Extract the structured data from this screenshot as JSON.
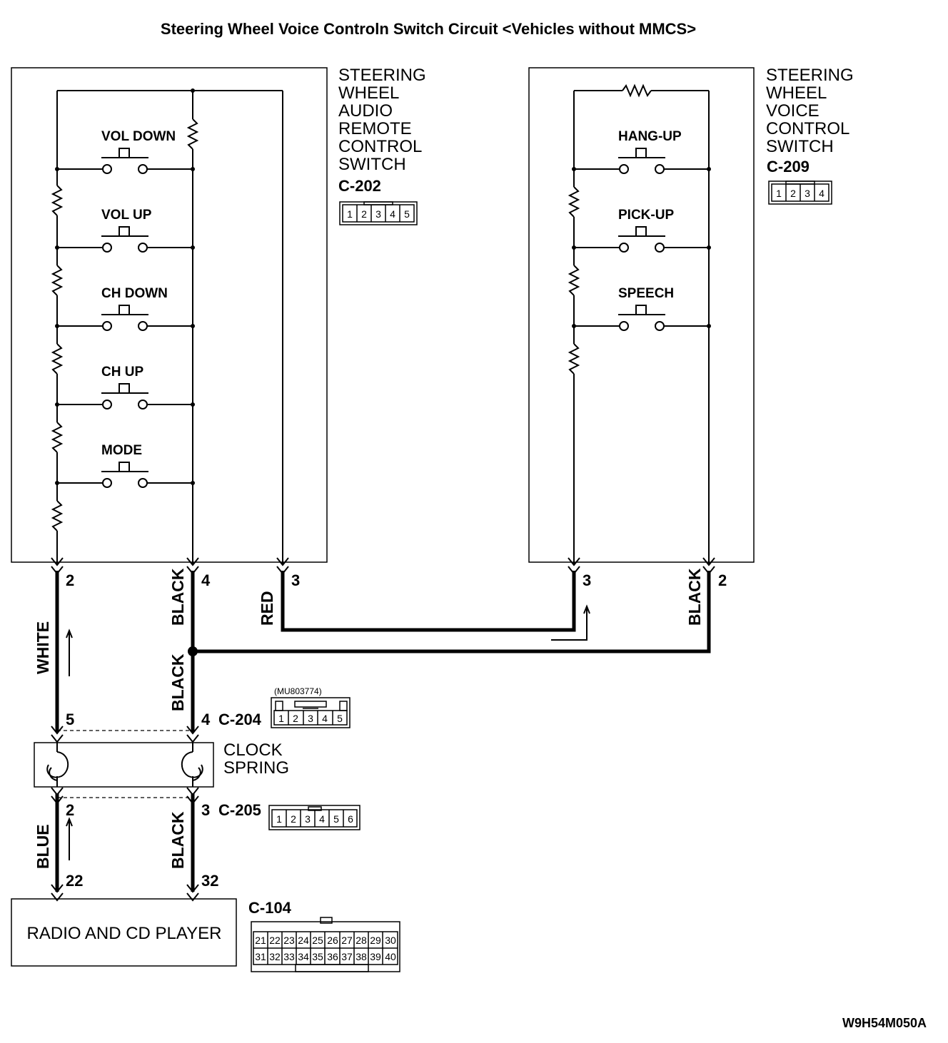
{
  "title": "Steering Wheel Voice Controln Switch Circuit <Vehicles without MMCS>",
  "components": {
    "audio_switch": {
      "name_lines": [
        "STEERING",
        "WHEEL",
        "AUDIO",
        "REMOTE",
        "CONTROL",
        "SWITCH"
      ],
      "connector": "C-202",
      "connector_pins": [
        "1",
        "2",
        "3",
        "4",
        "5"
      ],
      "buttons": [
        "VOL DOWN",
        "VOL UP",
        "CH DOWN",
        "CH UP",
        "MODE"
      ],
      "pins": [
        "2",
        "4",
        "3"
      ]
    },
    "voice_switch": {
      "name_lines": [
        "STEERING",
        "WHEEL",
        "VOICE",
        "CONTROL",
        "SWITCH"
      ],
      "connector": "C-209",
      "connector_pins": [
        "1",
        "2",
        "3",
        "4"
      ],
      "buttons": [
        "HANG-UP",
        "PICK-UP",
        "SPEECH"
      ],
      "pins": [
        "3",
        "2"
      ]
    },
    "clock_spring": {
      "name_lines": [
        "CLOCK",
        "SPRING"
      ],
      "upper_connector": "C-204",
      "upper_part_number": "(MU803774)",
      "upper_pins": [
        "1",
        "2",
        "3",
        "4",
        "5"
      ],
      "upper_pin_left": "5",
      "upper_pin_right": "4",
      "lower_connector": "C-205",
      "lower_pins": [
        "1",
        "2",
        "3",
        "4",
        "5",
        "6"
      ],
      "lower_pin_left": "2",
      "lower_pin_right": "3"
    },
    "radio": {
      "name": "RADIO AND CD PLAYER",
      "connector": "C-104",
      "connector_pins_top": [
        "21",
        "22",
        "23",
        "24",
        "25",
        "26",
        "27",
        "28",
        "29",
        "30"
      ],
      "connector_pins_bottom": [
        "31",
        "32",
        "33",
        "34",
        "35",
        "36",
        "37",
        "38",
        "39",
        "40"
      ],
      "pin_left": "22",
      "pin_right": "32"
    }
  },
  "wire_colors": {
    "white": "WHITE",
    "black_a": "BLACK",
    "red": "RED",
    "black_b": "BLACK",
    "black_c": "BLACK",
    "blue": "BLUE",
    "black_d": "BLACK"
  },
  "reference_code": "W9H54M050A"
}
